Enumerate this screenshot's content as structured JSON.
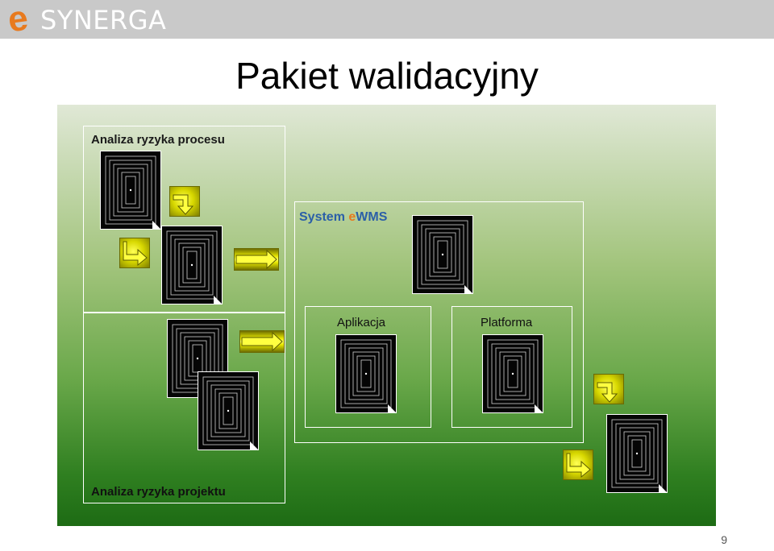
{
  "header": {
    "logo_mark": "e",
    "logo_text": "SYNERGA"
  },
  "slide": {
    "title": "Pakiet walidacyjny",
    "page_number": "9"
  },
  "frames": {
    "process_risk": "Analiza ryzyka procesu",
    "project_risk": "Analiza ryzyka projektu",
    "system_prefix": "System ",
    "system_accent": "e",
    "system_suffix": "WMS",
    "application": "Aplikacja",
    "platform": "Platforma"
  },
  "colors": {
    "logo_orange": "#e87a1e",
    "system_accent_orange": "#e87a1e",
    "arrow_yellow": "#e8e800"
  }
}
